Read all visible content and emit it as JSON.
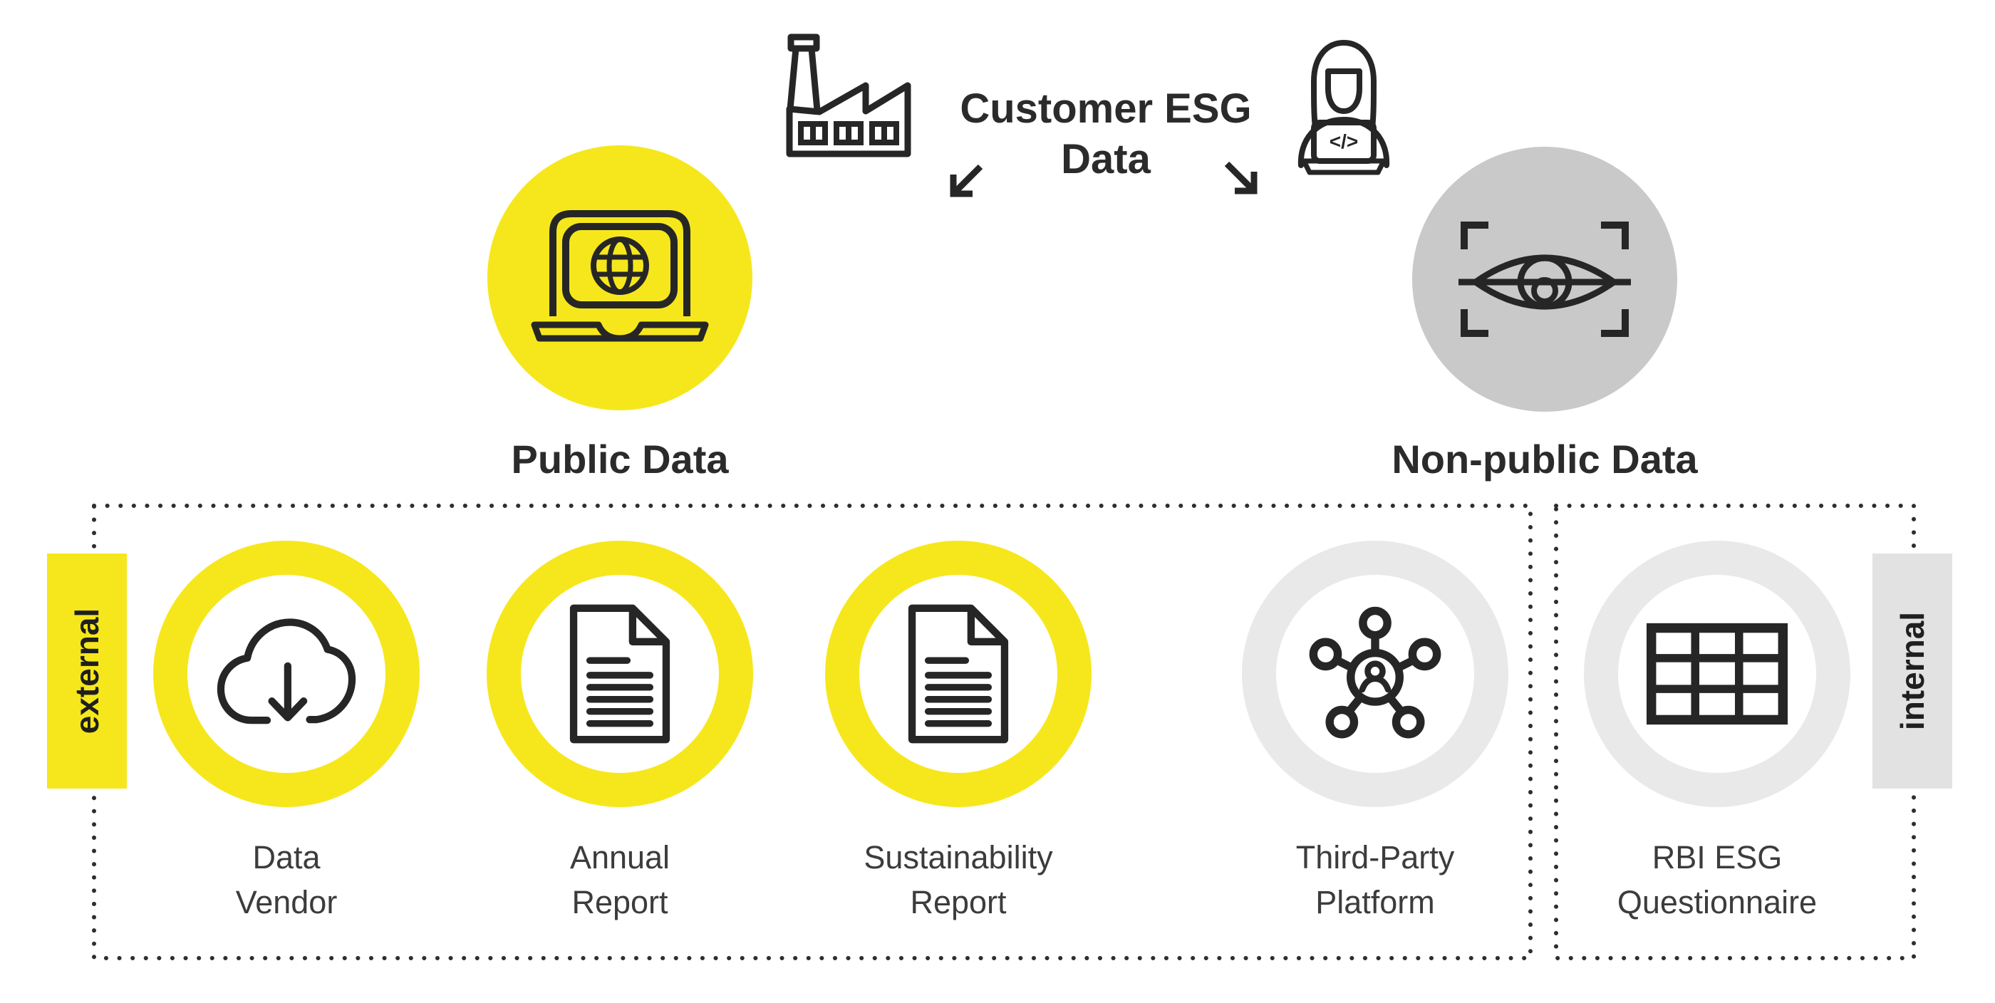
{
  "header": {
    "title_line1": "Customer ESG",
    "title_line2": "Data"
  },
  "branches": {
    "public": {
      "label": "Public Data",
      "icon": "laptop-globe-icon",
      "color": "#F6E71C"
    },
    "nonpublic": {
      "label": "Non-public Data",
      "icon": "eye-scan-icon",
      "color": "#C9C9C9"
    }
  },
  "zones": {
    "external": "external",
    "internal": "internal"
  },
  "sources": [
    {
      "line1": "Data",
      "line2": "Vendor",
      "icon": "cloud-download-icon",
      "ring": "yellow",
      "zone": "external"
    },
    {
      "line1": "Annual",
      "line2": "Report",
      "icon": "document-icon",
      "ring": "yellow",
      "zone": "external"
    },
    {
      "line1": "Sustainability",
      "line2": "Report",
      "icon": "document-icon",
      "ring": "yellow",
      "zone": "external"
    },
    {
      "line1": "Third-Party",
      "line2": "Platform",
      "icon": "network-icon",
      "ring": "gray",
      "zone": "external"
    },
    {
      "line1": "RBI ESG",
      "line2": "Questionnaire",
      "icon": "table-icon",
      "ring": "gray",
      "zone": "internal"
    }
  ],
  "person": {
    "laptop_glyph": "</>"
  },
  "top_icons": {
    "left": "factory-icon",
    "right": "person-coder-icon"
  },
  "colors": {
    "yellow": "#F6E71C",
    "gray_circle": "#C9C9C9",
    "ring_gray": "#E9E9E9",
    "tab_gray": "#E2E2E2",
    "ink": "#2B2B2B",
    "label": "#3C3C3C",
    "border_dot": "#2E2E2E"
  }
}
